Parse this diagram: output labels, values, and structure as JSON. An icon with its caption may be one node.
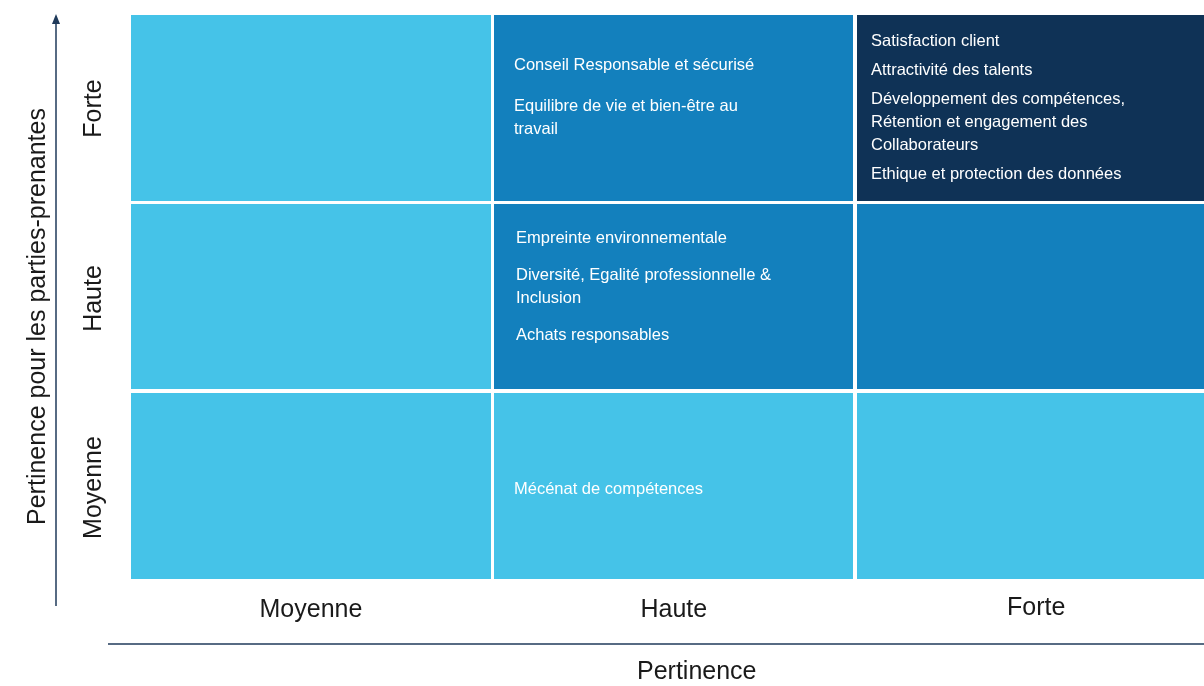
{
  "diagram": {
    "nodes": [
      {
        "text": [],
        "shape": "box"
      },
      {
        "text": [
          "Conseil Responsable et sécurisé",
          "Equilibre de vie et bien-être au travail"
        ]
      },
      {
        "text": [
          "Satisfaction client",
          "Attractivité des talents",
          "Développement des compétences, Rétention et engagement des Collaborateurs",
          "Ethique et protection des données"
        ]
      },
      {
        "text": [],
        "shape": "box"
      },
      {
        "text": [
          "Empreinte environnementale",
          "Diversité, Egalité professionnelle & Inclusion",
          "Achats responsables"
        ]
      },
      {
        "text": [],
        "shape": "box"
      },
      {
        "text": [],
        "shape": "box"
      },
      {
        "text": [
          "Mécénat de compétences"
        ]
      },
      {
        "text": [],
        "shape": "box"
      }
    ],
    "labels": [
      "Pertinence pour les parties-prenantes",
      "Forte",
      "Haute",
      "Moyenne",
      "Moyenne",
      "Haute",
      "Forte",
      "Pertinence"
    ]
  }
}
